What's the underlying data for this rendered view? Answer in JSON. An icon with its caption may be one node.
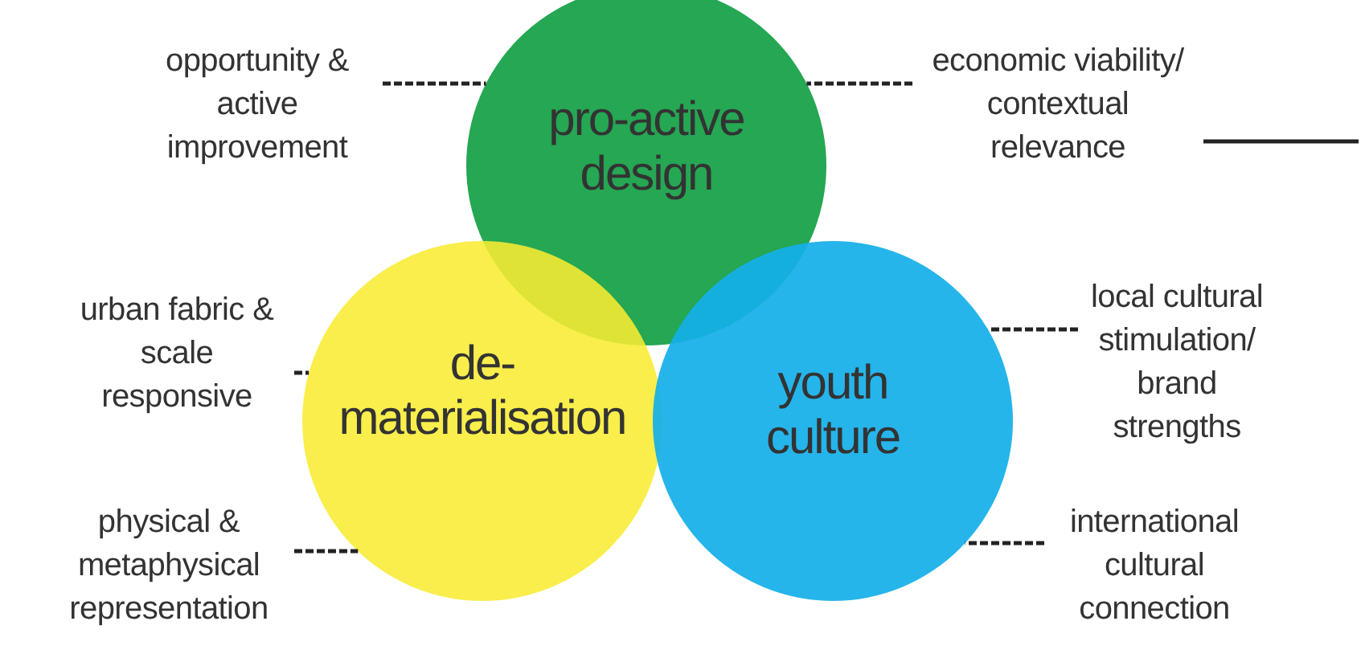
{
  "diagram": {
    "nodes": [
      {
        "text": [
          "pro-active design"
        ]
      },
      {
        "text": [
          "de-materialisation"
        ]
      },
      {
        "text": [
          "youth culture"
        ]
      },
      {
        "text": [
          "opportunity & active improvement"
        ]
      },
      {
        "text": [
          "economic viability/ contextual relevance"
        ]
      },
      {
        "text": [
          "urban fabric & scale responsive"
        ]
      },
      {
        "text": [
          "local cultural stimulation/ brand strengths"
        ]
      },
      {
        "text": [
          "physical & metaphysical representation"
        ]
      },
      {
        "text": [
          "international cultural connection"
        ]
      }
    ],
    "edges": [
      {
        "from": 3,
        "to": 0,
        "arrow": "none",
        "style": "dashed"
      },
      {
        "from": 4,
        "to": 0,
        "arrow": "none",
        "style": "dashed"
      },
      {
        "from": 4,
        "to": null,
        "arrow": "none"
      },
      {
        "from": 5,
        "to": 1,
        "arrow": "none",
        "style": "dashed"
      },
      {
        "from": 6,
        "to": 2,
        "arrow": "none",
        "style": "dashed"
      },
      {
        "from": 7,
        "to": 1,
        "arrow": "none",
        "style": "dashed"
      },
      {
        "from": 8,
        "to": 2,
        "arrow": "none",
        "style": "dashed"
      }
    ]
  }
}
